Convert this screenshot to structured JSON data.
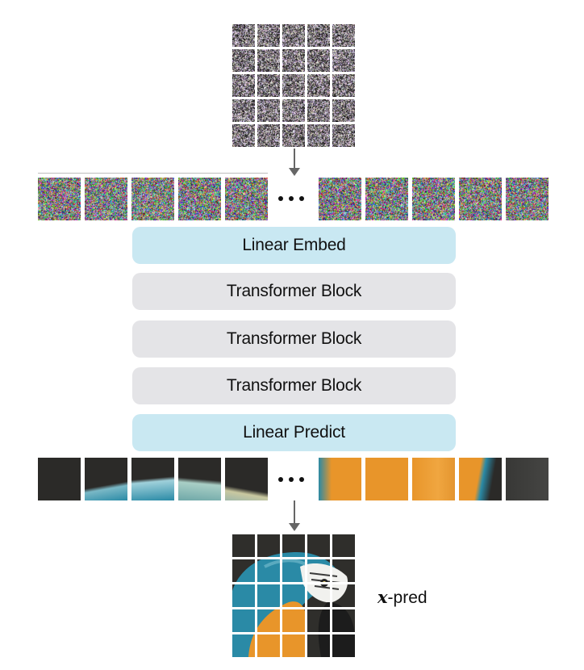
{
  "layers": [
    {
      "label": "Linear Embed",
      "kind": "embed"
    },
    {
      "label": "Transformer Block",
      "kind": "block"
    },
    {
      "label": "Transformer Block",
      "kind": "block"
    },
    {
      "label": "Transformer Block",
      "kind": "block"
    },
    {
      "label": "Linear Predict",
      "kind": "embed"
    }
  ],
  "output_label": {
    "var": "x",
    "suffix": "-pred"
  },
  "colors": {
    "embed": "#c9e8f2",
    "block": "#e4e4e7",
    "arrow": "#666666",
    "dark_patch": "#2b2a28",
    "orange": "#e8952a",
    "teal": "#2a8aa6"
  }
}
